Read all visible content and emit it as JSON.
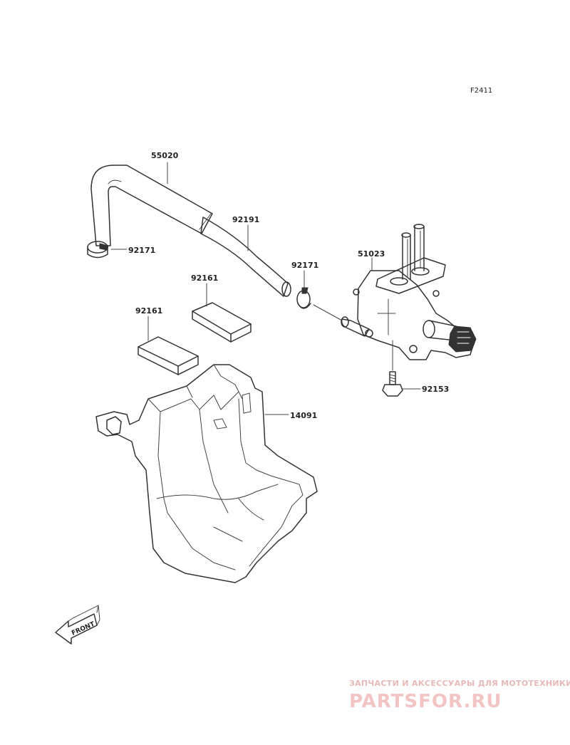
{
  "figure_code": "F2411",
  "parts": {
    "hose": "55020",
    "tube": "92191",
    "clamp_left": "92171",
    "clamp_right": "92171",
    "fuel_cock": "51023",
    "pad_upper": "92161",
    "pad_lower": "92161",
    "bolt": "92153",
    "bracket": "14091"
  },
  "front_marker": "FRONT",
  "watermark": {
    "tagline": "ЗАПЧАСТИ И АКСЕССУАРЫ ДЛЯ МОТОТЕХНИКИ",
    "brand": "PARTSFOR.RU"
  }
}
